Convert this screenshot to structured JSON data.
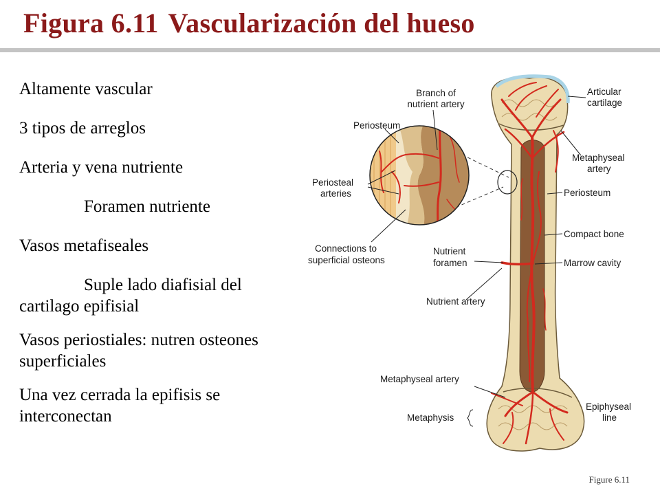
{
  "title": {
    "figure_number": "Figura 6.11",
    "text": "Vascularización del hueso"
  },
  "bullets": [
    {
      "text": "Altamente vascular",
      "indent": false
    },
    {
      "text": "3 tipos de arreglos",
      "indent": false
    },
    {
      "text": "Arteria y vena nutriente",
      "indent": false
    },
    {
      "text": "Foramen nutriente",
      "indent": true
    },
    {
      "text": "Vasos metafiseales",
      "indent": false
    },
    {
      "text": "Suple lado diafisial del cartilago epifisial",
      "indent": true
    },
    {
      "text": "Vasos periostiales: nutren osteones superficiales",
      "indent": false
    },
    {
      "text": "Una vez cerrada la epifisis se interconectan",
      "indent": false
    }
  ],
  "diagram": {
    "labels": {
      "branch_nutrient_1": "Branch of",
      "branch_nutrient_2": "nutrient artery",
      "periosteum_inset": "Periosteum",
      "periosteal_arteries_1": "Periosteal",
      "periosteal_arteries_2": "arteries",
      "connections_1": "Connections to",
      "connections_2": "superficial osteons",
      "articular_cartilage_1": "Articular",
      "articular_cartilage_2": "cartilage",
      "metaphyseal_artery_top_1": "Metaphyseal",
      "metaphyseal_artery_top_2": "artery",
      "periosteum": "Periosteum",
      "compact_bone": "Compact bone",
      "nutrient_foramen_1": "Nutrient",
      "nutrient_foramen_2": "foramen",
      "marrow_cavity": "Marrow cavity",
      "nutrient_artery": "Nutrient artery",
      "metaphyseal_artery_bottom": "Metaphyseal artery",
      "metaphysis": "Metaphysis",
      "epiphyseal_line_1": "Epiphyseal",
      "epiphyseal_line_2": "line"
    },
    "colors": {
      "artery": "#d32a1e",
      "bone": "#ecdcb0",
      "marrow": "#8a5a36",
      "cartilage": "#a9d4e6"
    }
  },
  "footer": "Figure 6.11"
}
